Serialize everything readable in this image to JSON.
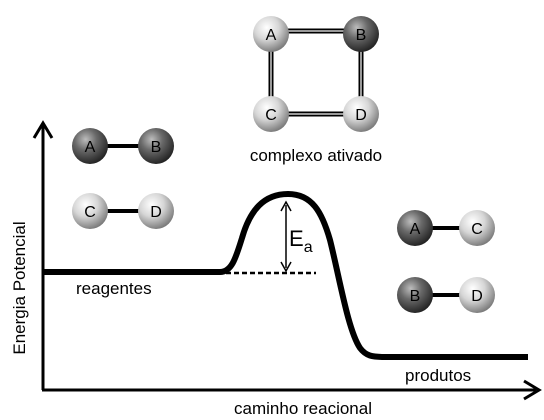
{
  "axis": {
    "y_label": "Energia Potencial",
    "x_label": "caminho reacional"
  },
  "labels": {
    "reactants": "reagentes",
    "products": "produtos",
    "activated_complex": "complexo ativado",
    "activation_energy_symbol": "E",
    "activation_energy_subscript": "a"
  },
  "atoms": {
    "A": "A",
    "B": "B",
    "C": "C",
    "D": "D"
  },
  "colors": {
    "light_atom": "#d2d2d2",
    "dark_atom": "#5a5a5a",
    "line": "#000000"
  }
}
